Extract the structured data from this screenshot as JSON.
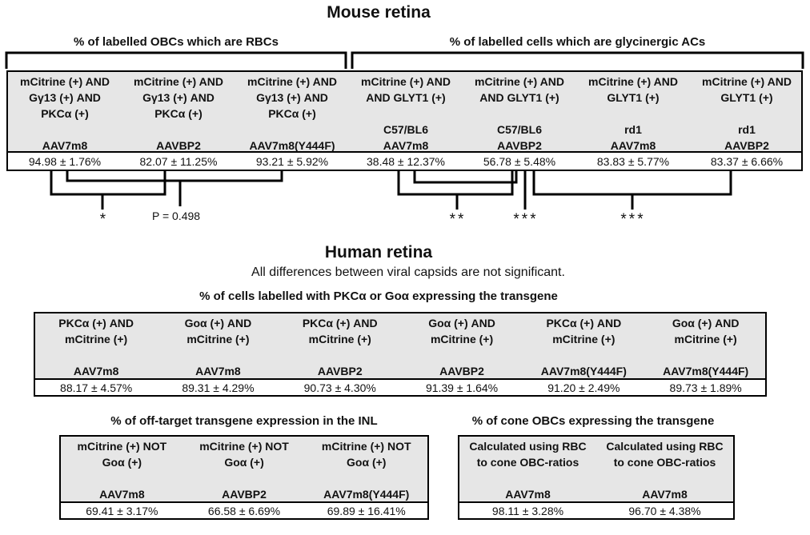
{
  "mouse": {
    "title": "Mouse retina",
    "left_header": "% of labelled OBCs which are RBCs",
    "right_header": "% of labelled cells which are glycinergic ACs",
    "columns": [
      {
        "l1": "mCitrine (+) AND",
        "l2": "Gγ13 (+) AND",
        "l3": "PKCα (+)",
        "l4": "",
        "l5": "AAV7m8",
        "value": "94.98 ± 1.76%"
      },
      {
        "l1": "mCitrine (+) AND",
        "l2": "Gγ13 (+) AND",
        "l3": "PKCα (+)",
        "l4": "",
        "l5": "AAVBP2",
        "value": "82.07 ± 11.25%"
      },
      {
        "l1": "mCitrine (+) AND",
        "l2": "Gγ13 (+) AND",
        "l3": "PKCα (+)",
        "l4": "",
        "l5": "AAV7m8(Y444F)",
        "value": "93.21 ± 5.92%"
      },
      {
        "l1": "mCitrine (+) AND",
        "l2": "AND GLYT1 (+)",
        "l3": "",
        "l4": "C57/BL6",
        "l5": "AAV7m8",
        "value": "38.48 ± 12.37%"
      },
      {
        "l1": "mCitrine (+) AND",
        "l2": "AND GLYT1 (+)",
        "l3": "",
        "l4": "C57/BL6",
        "l5": "AAVBP2",
        "value": "56.78 ± 5.48%"
      },
      {
        "l1": "mCitrine (+) AND",
        "l2": "GLYT1 (+)",
        "l3": "",
        "l4": "rd1",
        "l5": "AAV7m8",
        "value": "83.83 ± 5.77%"
      },
      {
        "l1": "mCitrine (+) AND",
        "l2": "GLYT1 (+)",
        "l3": "",
        "l4": "rd1",
        "l5": "AAVBP2",
        "value": "83.37 ± 6.66%"
      }
    ],
    "sig_star1": "*",
    "p_value": "P = 0.498",
    "sig_star2": "**",
    "sig_star3": "***",
    "sig_star4": "***"
  },
  "human": {
    "title": "Human retina",
    "note": "All differences between viral capsids are not significant.",
    "table1_title": "% of cells labelled with PKCα or Goα expressing the transgene",
    "table1": [
      {
        "l1": "PKCα (+) AND",
        "l2": "mCitrine (+)",
        "l3": "",
        "l4": "AAV7m8",
        "value": "88.17 ± 4.57%"
      },
      {
        "l1": "Goα (+) AND",
        "l2": "mCitrine (+)",
        "l3": "",
        "l4": "AAV7m8",
        "value": "89.31 ± 4.29%"
      },
      {
        "l1": "PKCα (+) AND",
        "l2": "mCitrine (+)",
        "l3": "",
        "l4": "AAVBP2",
        "value": "90.73 ± 4.30%"
      },
      {
        "l1": "Goα (+) AND",
        "l2": "mCitrine (+)",
        "l3": "",
        "l4": "AAVBP2",
        "value": "91.39 ± 1.64%"
      },
      {
        "l1": "PKCα (+) AND",
        "l2": "mCitrine (+)",
        "l3": "",
        "l4": "AAV7m8(Y444F)",
        "value": "91.20 ± 2.49%"
      },
      {
        "l1": "Goα (+) AND",
        "l2": "mCitrine (+)",
        "l3": "",
        "l4": "AAV7m8(Y444F)",
        "value": "89.73 ± 1.89%"
      }
    ],
    "table2_title": "% of off-target transgene expression in the INL",
    "table2": [
      {
        "l1": "mCitrine (+) NOT",
        "l2": "Goα (+)",
        "l3": "",
        "l4": "AAV7m8",
        "value": "69.41 ± 3.17%"
      },
      {
        "l1": "mCitrine (+) NOT",
        "l2": "Goα (+)",
        "l3": "",
        "l4": "AAVBP2",
        "value": "66.58 ± 6.69%"
      },
      {
        "l1": "mCitrine (+) NOT",
        "l2": "Goα (+)",
        "l3": "",
        "l4": "AAV7m8(Y444F)",
        "value": "69.89 ± 16.41%"
      }
    ],
    "table3_title": "% of cone OBCs expressing the transgene",
    "table3": [
      {
        "l1": "Calculated using RBC",
        "l2": "to cone OBC-ratios",
        "l3": "",
        "l4": "AAV7m8",
        "value": "98.11 ± 3.28%"
      },
      {
        "l1": "Calculated using RBC",
        "l2": "to cone OBC-ratios",
        "l3": "",
        "l4": "AAV7m8",
        "value": "96.70 ± 4.38%"
      }
    ]
  }
}
